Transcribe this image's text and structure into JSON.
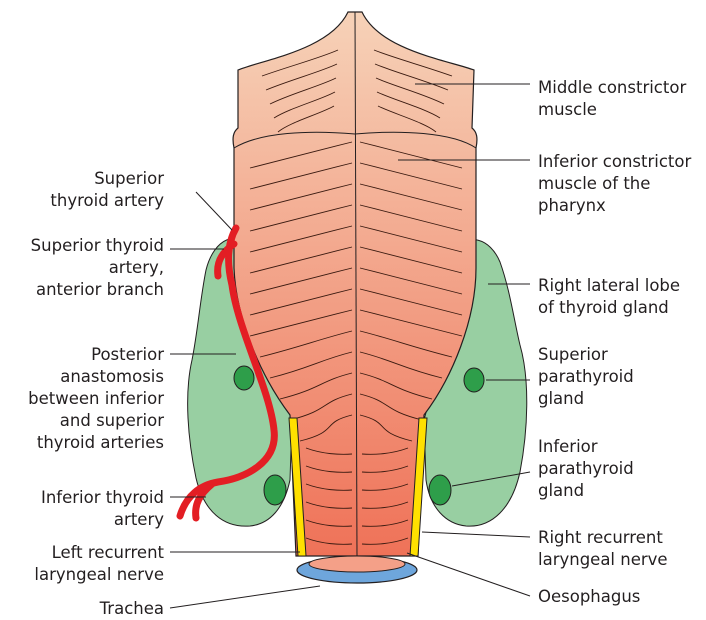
{
  "colors": {
    "pharynx_top": "#f6d2b8",
    "pharynx_bottom": "#ef7258",
    "thyroid": "#98cfa2",
    "parathyroid": "#2e9e4a",
    "artery": "#e31e24",
    "nerve": "#ffe000",
    "trachea": "#6ea6dc",
    "outline": "#231f20"
  },
  "labels": {
    "left": [
      {
        "id": "sup-thyroid-artery",
        "lines": [
          "Superior",
          "thyroid artery"
        ]
      },
      {
        "id": "sup-thyroid-artery-anterior",
        "lines": [
          "Superior thyroid",
          "artery,",
          "anterior branch"
        ]
      },
      {
        "id": "posterior-anastomosis",
        "lines": [
          "Posterior",
          "anastomosis",
          "between inferior",
          "and superior",
          "thyroid arteries"
        ]
      },
      {
        "id": "inf-thyroid-artery",
        "lines": [
          "Inferior thyroid",
          "artery"
        ]
      },
      {
        "id": "left-recurrent-nerve",
        "lines": [
          "Left recurrent",
          "laryngeal nerve"
        ]
      },
      {
        "id": "trachea",
        "lines": [
          "Trachea"
        ]
      }
    ],
    "right": [
      {
        "id": "middle-constrictor",
        "lines": [
          "Middle constrictor",
          "muscle"
        ]
      },
      {
        "id": "inferior-constrictor",
        "lines": [
          "Inferior constrictor",
          "muscle of the",
          "pharynx"
        ]
      },
      {
        "id": "right-lateral-lobe",
        "lines": [
          "Right lateral lobe",
          "of thyroid gland"
        ]
      },
      {
        "id": "sup-parathyroid",
        "lines": [
          "Superior",
          "parathyroid",
          "gland"
        ]
      },
      {
        "id": "inf-parathyroid",
        "lines": [
          "Inferior",
          "parathyroid",
          "gland"
        ]
      },
      {
        "id": "right-recurrent-nerve",
        "lines": [
          "Right recurrent",
          "laryngeal nerve"
        ]
      },
      {
        "id": "oesophagus",
        "lines": [
          "Oesophagus"
        ]
      }
    ]
  }
}
